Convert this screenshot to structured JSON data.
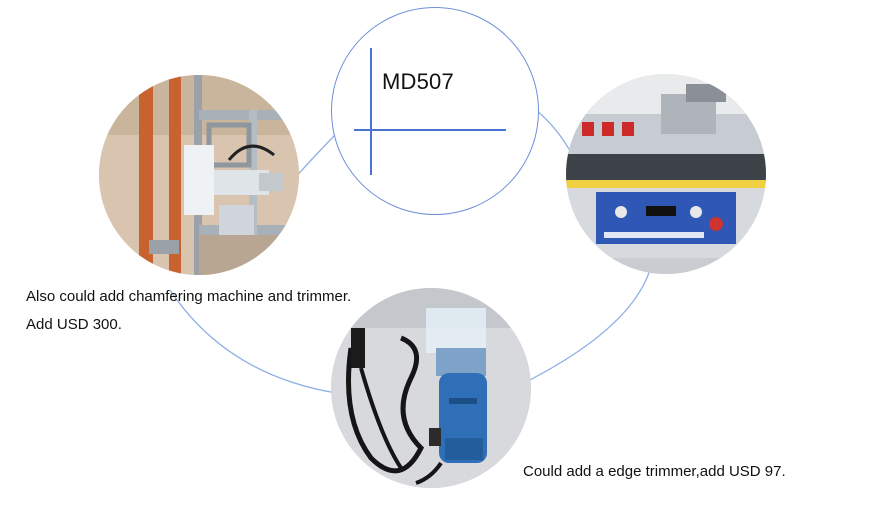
{
  "model": {
    "name": "MD507"
  },
  "captions": {
    "chamfer_line": "Also could add chamfering machine and trimmer.",
    "chamfer_price": "Add USD 300.",
    "trimmer_line": "Could add a edge trimmer,add USD 97."
  },
  "colors": {
    "circle_outline": "#6f8fd8",
    "crosshair": "#4a72d4",
    "text": "#111111"
  },
  "photos": [
    {
      "id": "chamfering-machine-photo",
      "subject": "chamfering machine mounted on aluminium frame"
    },
    {
      "id": "edge-banding-machine-photo",
      "subject": "MD507 edge banding machine control panel"
    },
    {
      "id": "edge-trimmer-photo",
      "subject": "blue electric edge trimmer with cable"
    }
  ]
}
